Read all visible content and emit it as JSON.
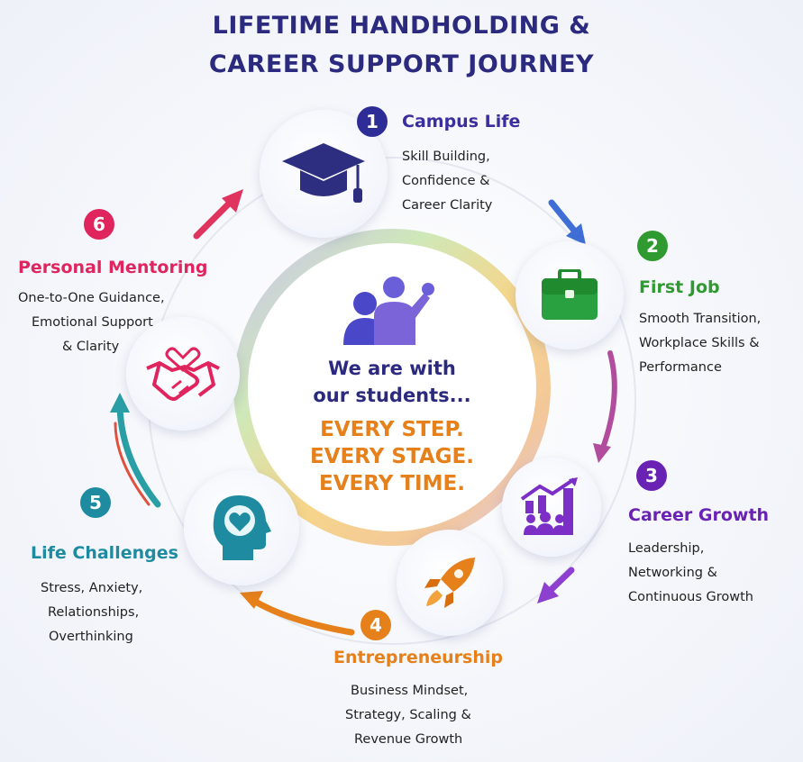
{
  "title": {
    "line1": "LIFETIME HANDHOLDING &",
    "line2": "CAREER SUPPORT JOURNEY"
  },
  "center": {
    "message_line1": "We are with",
    "message_line2": "our students...",
    "tagline_line1": "EVERY STEP.",
    "tagline_line2": "EVERY STAGE.",
    "tagline_line3": "EVERY TIME.",
    "icon": "mentor-student-icon"
  },
  "stages": [
    {
      "number": "1",
      "title": "Campus Life",
      "color": "#3b2fa0",
      "icon": "graduation-cap-icon",
      "desc": [
        "Skill Building,",
        "Confidence &",
        "Career Clarity"
      ]
    },
    {
      "number": "2",
      "title": "First Job",
      "color": "#2f9a2f",
      "icon": "briefcase-icon",
      "desc": [
        "Smooth Transition,",
        "Workplace Skills &",
        "Performance"
      ]
    },
    {
      "number": "3",
      "title": "Career Growth",
      "color": "#6a22b4",
      "icon": "growth-chart-team-icon",
      "desc": [
        "Leadership,",
        "Networking &",
        "Continuous Growth"
      ]
    },
    {
      "number": "4",
      "title": "Entrepreneurship",
      "color": "#e5801b",
      "icon": "rocket-icon",
      "desc": [
        "Business Mindset,",
        "Strategy, Scaling &",
        "Revenue Growth"
      ]
    },
    {
      "number": "5",
      "title": "Life Challenges",
      "color": "#1f8ba0",
      "icon": "head-heart-icon",
      "desc": [
        "Stress, Anxiety,",
        "Relationships,",
        "Overthinking"
      ]
    },
    {
      "number": "6",
      "title": "Personal Mentoring",
      "color": "#e0245e",
      "icon": "handshake-heart-icon",
      "desc": [
        "One-to-One Guidance,",
        "Emotional Support",
        "& Clarity"
      ]
    }
  ]
}
